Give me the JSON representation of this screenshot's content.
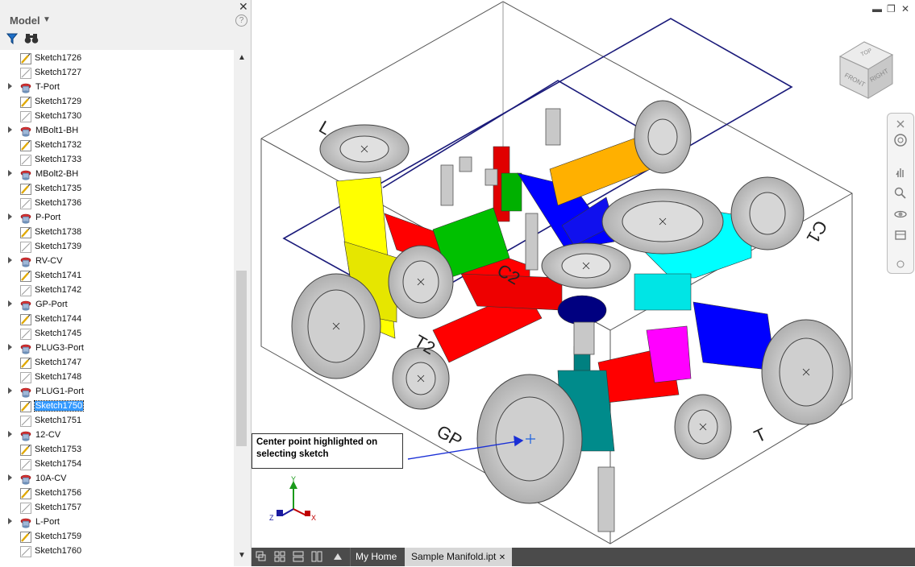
{
  "browser": {
    "title": "Model",
    "help": "?",
    "close": "✕",
    "items": [
      {
        "label": "Sketch1726",
        "kind": "sketch-edit",
        "expandable": false
      },
      {
        "label": "Sketch1727",
        "kind": "sketch",
        "expandable": false
      },
      {
        "label": "T-Port",
        "kind": "feature",
        "expandable": true
      },
      {
        "label": "Sketch1729",
        "kind": "sketch-edit",
        "expandable": false
      },
      {
        "label": "Sketch1730",
        "kind": "sketch",
        "expandable": false
      },
      {
        "label": "MBolt1-BH",
        "kind": "feature",
        "expandable": true
      },
      {
        "label": "Sketch1732",
        "kind": "sketch-edit",
        "expandable": false
      },
      {
        "label": "Sketch1733",
        "kind": "sketch",
        "expandable": false
      },
      {
        "label": "MBolt2-BH",
        "kind": "feature",
        "expandable": true
      },
      {
        "label": "Sketch1735",
        "kind": "sketch-edit",
        "expandable": false
      },
      {
        "label": "Sketch1736",
        "kind": "sketch",
        "expandable": false
      },
      {
        "label": "P-Port",
        "kind": "feature",
        "expandable": true
      },
      {
        "label": "Sketch1738",
        "kind": "sketch-edit",
        "expandable": false
      },
      {
        "label": "Sketch1739",
        "kind": "sketch",
        "expandable": false
      },
      {
        "label": "RV-CV",
        "kind": "feature",
        "expandable": true
      },
      {
        "label": "Sketch1741",
        "kind": "sketch-edit",
        "expandable": false
      },
      {
        "label": "Sketch1742",
        "kind": "sketch",
        "expandable": false
      },
      {
        "label": "GP-Port",
        "kind": "feature",
        "expandable": true
      },
      {
        "label": "Sketch1744",
        "kind": "sketch-edit",
        "expandable": false
      },
      {
        "label": "Sketch1745",
        "kind": "sketch",
        "expandable": false
      },
      {
        "label": "PLUG3-Port",
        "kind": "feature",
        "expandable": true
      },
      {
        "label": "Sketch1747",
        "kind": "sketch-edit",
        "expandable": false
      },
      {
        "label": "Sketch1748",
        "kind": "sketch",
        "expandable": false
      },
      {
        "label": "PLUG1-Port",
        "kind": "feature",
        "expandable": true
      },
      {
        "label": "Sketch1750",
        "kind": "sketch-edit",
        "expandable": false,
        "selected": true
      },
      {
        "label": "Sketch1751",
        "kind": "sketch",
        "expandable": false
      },
      {
        "label": "12-CV",
        "kind": "feature",
        "expandable": true
      },
      {
        "label": "Sketch1753",
        "kind": "sketch-edit",
        "expandable": false
      },
      {
        "label": "Sketch1754",
        "kind": "sketch",
        "expandable": false
      },
      {
        "label": "10A-CV",
        "kind": "feature",
        "expandable": true
      },
      {
        "label": "Sketch1756",
        "kind": "sketch-edit",
        "expandable": false
      },
      {
        "label": "Sketch1757",
        "kind": "sketch",
        "expandable": false
      },
      {
        "label": "L-Port",
        "kind": "feature",
        "expandable": true
      },
      {
        "label": "Sketch1759",
        "kind": "sketch-edit",
        "expandable": false
      },
      {
        "label": "Sketch1760",
        "kind": "sketch",
        "expandable": false
      }
    ]
  },
  "viewport": {
    "viewcube": {
      "top": "TOP",
      "front": "FRONT",
      "right": "RIGHT"
    },
    "port_labels": {
      "L": "L",
      "T2": "T2",
      "C2": "C2",
      "GP": "GP",
      "T": "T",
      "C1": "C1"
    },
    "callout": "Center point highlighted on selecting sketch",
    "triad": {
      "x": "X",
      "y": "Y",
      "z": "Z"
    }
  },
  "tabs": {
    "home": "My Home",
    "document": "Sample Manifold.ipt",
    "close": "✕"
  },
  "colors": {
    "selection": "#3399ff",
    "annotation_arrow": "#1a2fd6",
    "sketch_plane": "#1a1a7a",
    "red": "#ff0000",
    "yellow": "#ffff00",
    "green": "#00c000",
    "blue": "#0000ff",
    "orange": "#ffb000",
    "cyan": "#00ffff",
    "magenta": "#ff00ff",
    "teal": "#008080",
    "port_grey": "#d0d0d0"
  }
}
